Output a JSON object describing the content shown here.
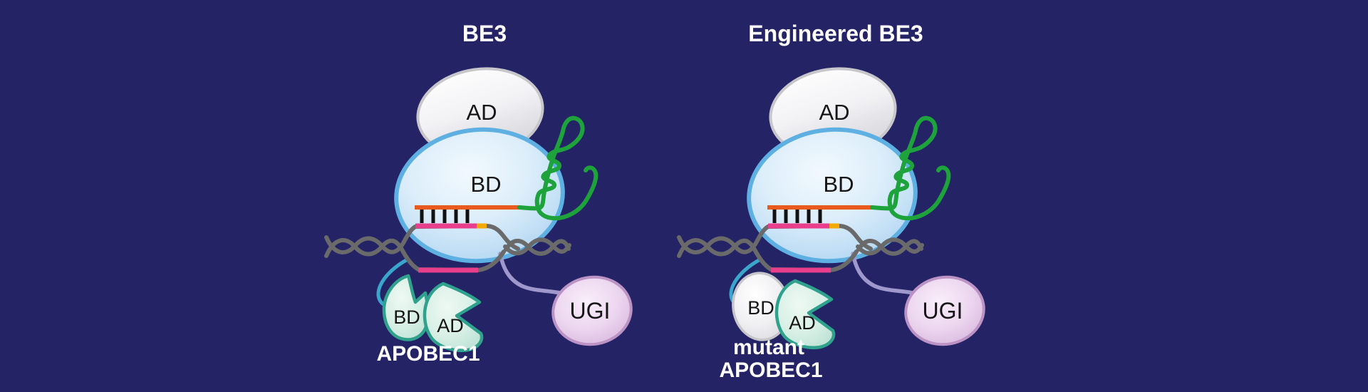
{
  "figure": {
    "background_color": "#242366",
    "panels": [
      {
        "title": "BE3",
        "complex": {
          "ad_label": "AD",
          "bd_label": "BD"
        },
        "deaminase": {
          "bd_label": "BD",
          "ad_label": "AD",
          "caption_lines": [
            "APOBEC1"
          ]
        },
        "ugi_label": "UGI"
      },
      {
        "title": "Engineered BE3",
        "complex": {
          "ad_label": "AD",
          "bd_label": "BD"
        },
        "deaminase": {
          "bd_label": "BD",
          "ad_label": "AD",
          "caption_lines": [
            "mutant",
            "APOBEC1"
          ]
        },
        "ugi_label": "UGI"
      }
    ],
    "colors": {
      "background": "#242366",
      "cas9_body": "#cfe6f8",
      "cas9_rim": "#5fb0e2",
      "ad_domain_fill": "#f2f2f4",
      "ad_domain_rim": "#c6c6cb",
      "sgrna_green": "#1ea23c",
      "guide_orange": "#e85a1e",
      "target_pink": "#e83e8c",
      "pam_yellow": "#f2a900",
      "dna_gray": "#6a6a6a",
      "linker_cyan": "#3ba6cb",
      "linker_lavender": "#9f98cd",
      "apobec_rim": "#2fa18d",
      "apobec_fill": "#d9f0e7",
      "ugi_fill": "#ecd6ef",
      "ugi_rim": "#bb93c4",
      "label_dark": "#151515",
      "title_white": "#ffffff"
    }
  }
}
